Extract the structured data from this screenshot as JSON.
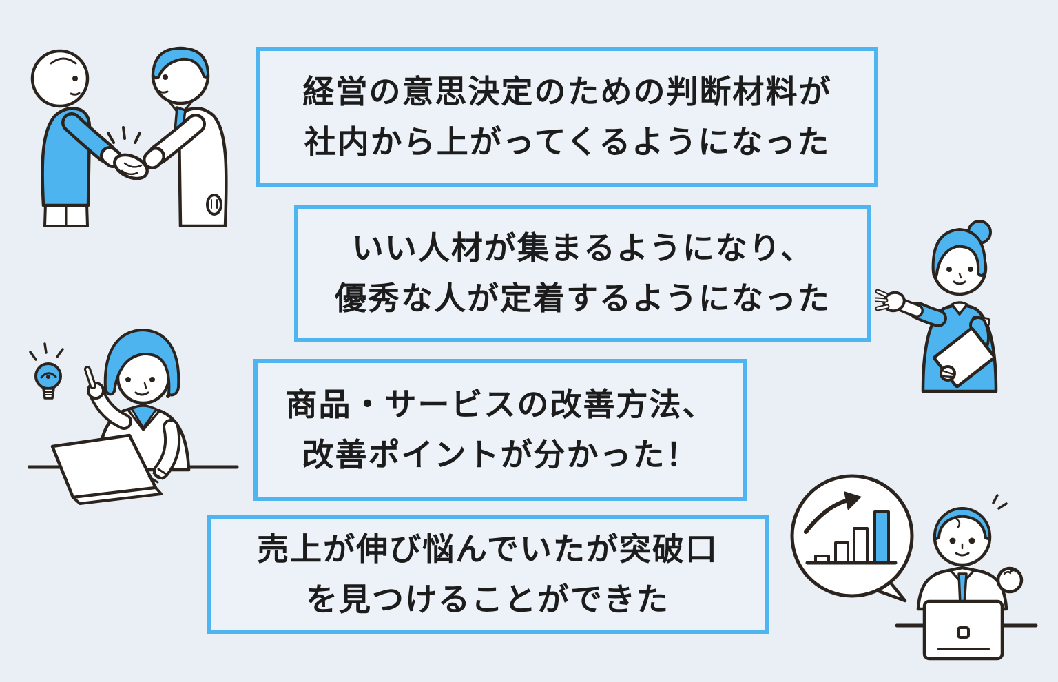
{
  "page": {
    "background_color": "#e9eff5",
    "description": "Customer benefit infographic with four testimonial quote boxes and flat-style character illustrations"
  },
  "style": {
    "accent_blue": "#4db4f0",
    "box_border_color": "#4fb5f1",
    "box_background": "#edf2f8",
    "outline_color": "#2b241e",
    "text_color": "#1c1c1c"
  },
  "quotes": [
    {
      "line1": "経営の意思決定のための判断材料が",
      "line2": "社内から上がってくるようになった"
    },
    {
      "line1": "いい人材が集まるようになり、",
      "line2": "優秀な人が定着するようになった"
    },
    {
      "line1": "商品・サービスの改善方法、",
      "line2": "改善ポイントが分かった！"
    },
    {
      "line1": "売上が伸び悩んでいたが突破口",
      "line2": "を見つけることができた"
    }
  ],
  "illustrations": {
    "handshake": {
      "alt": "Two businesspeople shaking hands"
    },
    "idea_woman": {
      "alt": "Woman with laptop raising finger with a lightbulb idea"
    },
    "presenting_woman": {
      "alt": "Woman in blue uniform holding a document and gesturing"
    },
    "chart_man": {
      "alt": "Man at laptop cheering with a speech bubble showing a rising bar chart"
    }
  }
}
